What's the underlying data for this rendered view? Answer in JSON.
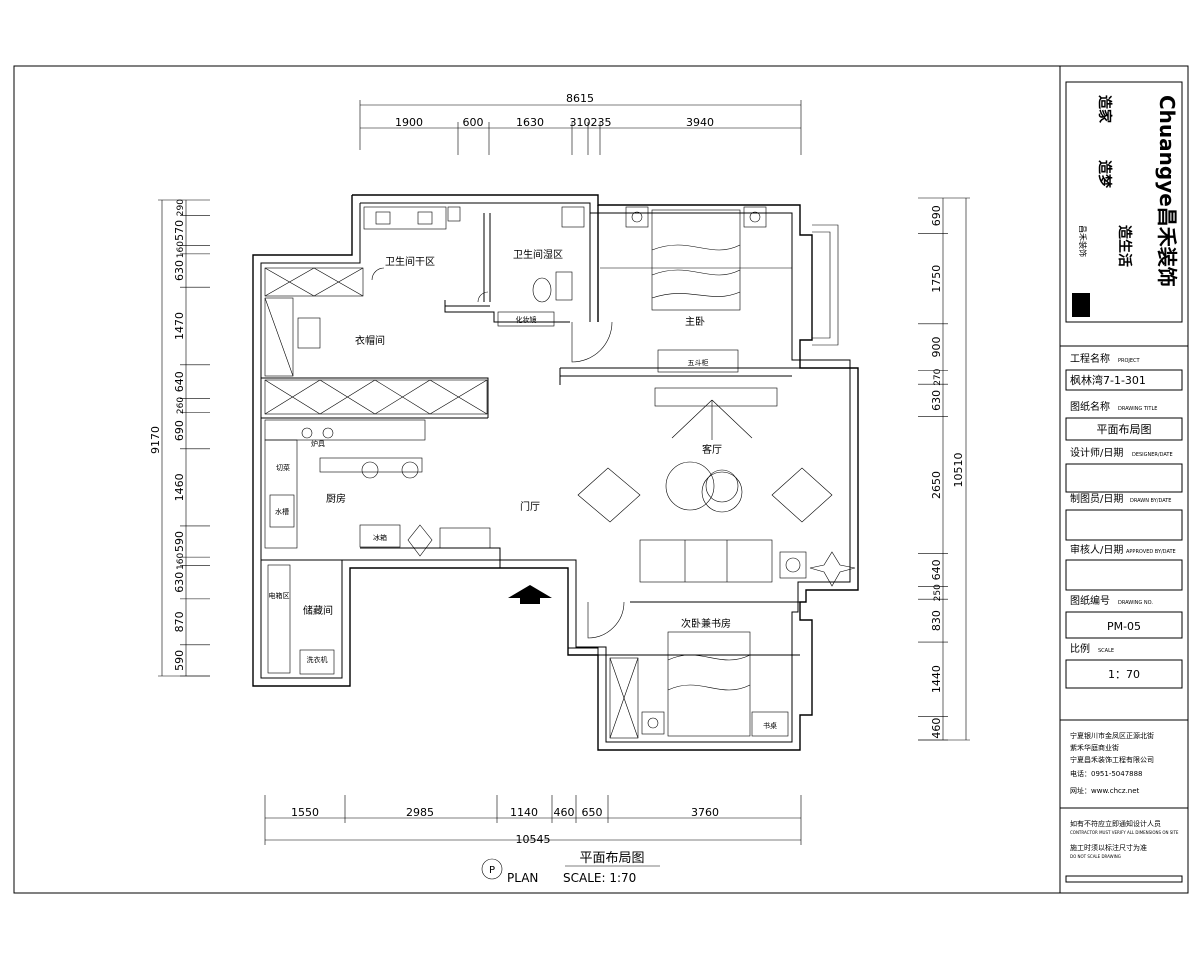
{
  "top_dims": {
    "total": "8615",
    "segments": [
      "1900",
      "600",
      "1630",
      "310",
      "235",
      "3940"
    ]
  },
  "bottom_dims": {
    "total": "10545",
    "segments": [
      "1550",
      "2985",
      "1140",
      "460",
      "650",
      "3760"
    ]
  },
  "left_dims": {
    "total": "9170",
    "segments": [
      "290",
      "570",
      "160",
      "630",
      "1470",
      "640",
      "260",
      "690",
      "1460",
      "590",
      "160",
      "630",
      "870",
      "590"
    ]
  },
  "right_dims": {
    "total": "10510",
    "segments": [
      "690",
      "1750",
      "900",
      "270",
      "630",
      "2650",
      "640",
      "250",
      "830",
      "1440",
      "460"
    ]
  },
  "rooms": {
    "bath_dry": "卫生间干区",
    "bath_wet": "卫生间湿区",
    "master": "主卧",
    "wardrobe": "衣帽间",
    "living": "客厅",
    "entry": "门厅",
    "kitchen": "厨房",
    "storage": "储藏间",
    "second": "次卧兼书房",
    "trunk": "五斗柜",
    "meter": "电箱区",
    "washer": "洗衣机",
    "fridge": "冰箱",
    "stove": "炉具",
    "cut": "切菜",
    "sink": "水槽",
    "mirror": "化妆镜",
    "desk": "书桌"
  },
  "plan_title": "平面布局图",
  "plan_label": "PLAN",
  "plan_scale": "SCALE: 1:70",
  "plan_marker": "P",
  "title_block": {
    "brand": "Chuangye昌禾装饰",
    "slogans": [
      "造家",
      "造梦",
      "造生活"
    ],
    "signature": "昌禾装饰",
    "seal": "昌禾装饰",
    "project_label": "工程名称",
    "project_sub": "PROJECT",
    "project": "枫林湾7-1-301",
    "drawing_label": "图纸名称",
    "drawing_sub": "DRAWING TITLE",
    "drawing": "平面布局图",
    "designer_label": "设计师/日期",
    "designer_sub": "DESIGNER/DATE",
    "drafter_label": "制图员/日期",
    "drafter_sub": "DRAWN BY/DATE",
    "checker_label": "审核人/日期",
    "checker_sub": "APPROVED BY/DATE",
    "number_label": "图纸编号",
    "number_sub": "DRAWING NO.",
    "number": "PM-05",
    "scale_label": "比例",
    "scale_sub": "SCALE",
    "scale": "1：70",
    "address": [
      "宁夏银川市金凤区正源北街",
      "紫禾华庭商业街",
      "宁夏昌禾装饰工程有限公司"
    ],
    "phone": "电话：0951-5047888",
    "web": "网址：www.chcz.net",
    "note1": "如有不符应立即通知设计人员",
    "note1_sub": "CONTRACTOR MUST VERIFY ALL DIMENSIONS ON SITE",
    "note2": "施工时须以标注尺寸为准",
    "note2_sub": "DO NOT SCALE DRAWING"
  }
}
